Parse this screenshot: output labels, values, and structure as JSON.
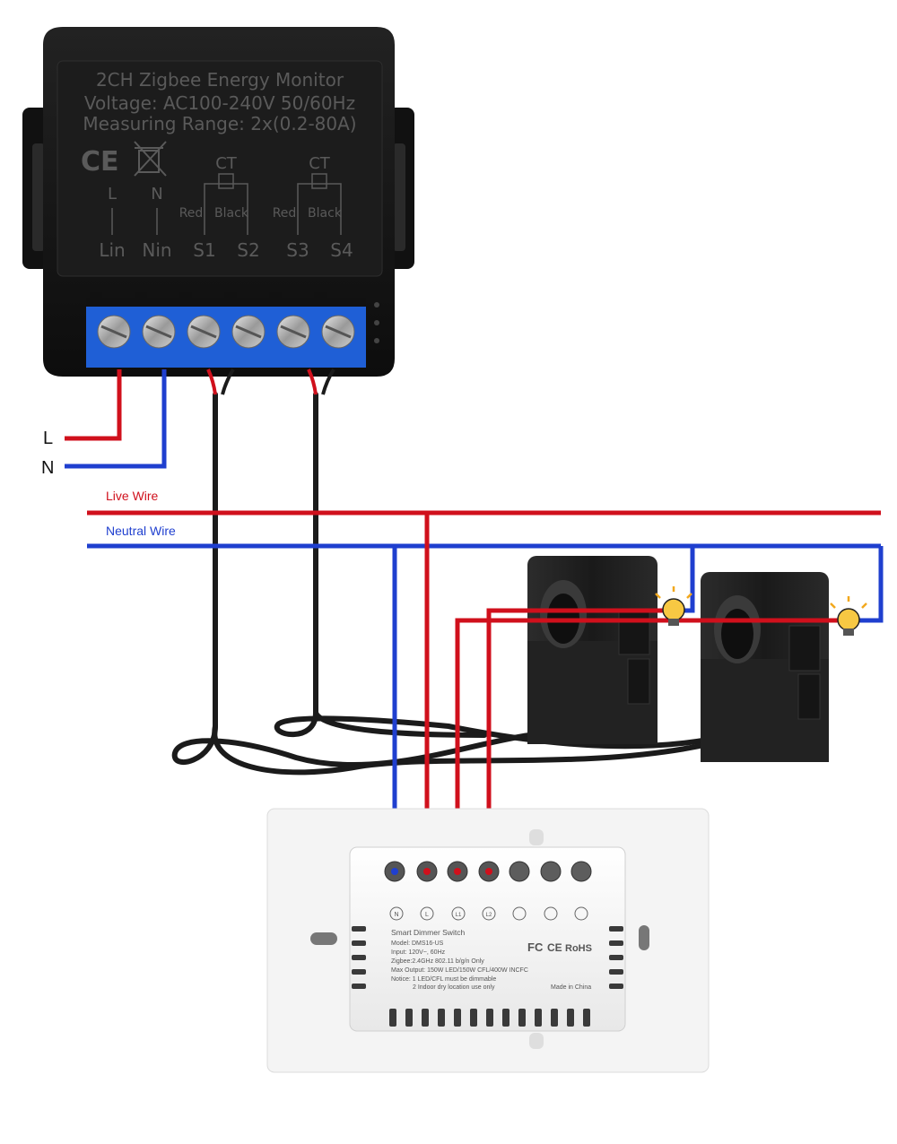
{
  "colors": {
    "live": "#d0101c",
    "neutral": "#1f3fcf",
    "cable": "#1b1b1b",
    "module_body": "#151515",
    "terminal_block": "#1f5fd6",
    "switch_body": "#f2f2f2",
    "bulb": "#f7c843"
  },
  "labels": {
    "L": "L",
    "N": "N",
    "live_wire": "Live Wire",
    "neutral_wire": "Neutral Wire"
  },
  "module": {
    "line1": "2CH Zigbee Energy Monitor",
    "line2": "Voltage: AC100-240V 50/60Hz",
    "line3": "Measuring Range: 2x(0.2-80A)",
    "ce": "CE",
    "l": "L",
    "n": "N",
    "ct1": "CT",
    "ct2": "CT",
    "red1": "Red",
    "black1": "Black",
    "red2": "Red",
    "black2": "Black",
    "terminals": [
      "Lin",
      "Nin",
      "S1",
      "S2",
      "S3",
      "S4"
    ]
  },
  "switch": {
    "terminal_labels": [
      "N",
      "L",
      "L1",
      "L2"
    ],
    "title": "Smart Dimmer Switch",
    "model": "Model: DMS16-US",
    "input": "Input: 120V~, 60Hz",
    "zigbee": "Zigbee:2.4GHz 802.11 b/g/n Only",
    "max_output": "Max Output: 150W LED/150W CFL/400W INCFC",
    "notice1": "Notice: 1  LED/CFL must be dimmable",
    "notice2": "2  Indoor dry location use only",
    "fc": "FC",
    "ce": "CE",
    "rohs": "RoHS",
    "made_in": "Made in China"
  }
}
